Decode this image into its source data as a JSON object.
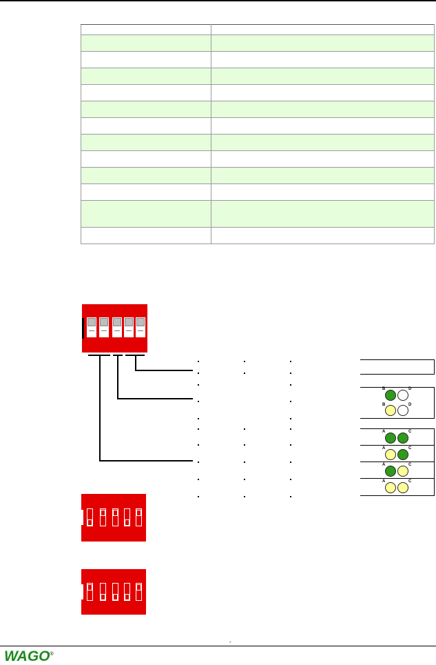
{
  "table": {
    "rows": [
      {
        "c1": "",
        "c2": "",
        "kind": "hdr"
      },
      {
        "c1": "",
        "c2": "",
        "kind": "g"
      },
      {
        "c1": "",
        "c2": "",
        "kind": "w"
      },
      {
        "c1": "",
        "c2": "",
        "kind": "g"
      },
      {
        "c1": "",
        "c2": "",
        "kind": "w"
      },
      {
        "c1": "",
        "c2": "",
        "kind": "g"
      },
      {
        "c1": "",
        "c2": "",
        "kind": "w"
      },
      {
        "c1": "",
        "c2": "",
        "kind": "g"
      },
      {
        "c1": "",
        "c2": "",
        "kind": "w"
      },
      {
        "c1": "",
        "c2": "",
        "kind": "g"
      },
      {
        "c1": "",
        "c2": "",
        "kind": "w"
      },
      {
        "c1": "",
        "c2": "",
        "kind": "gtall"
      },
      {
        "c1": "",
        "c2": "",
        "kind": "w"
      }
    ]
  },
  "dip_main": {
    "switch_count": 5,
    "led_rows": [
      {
        "left": "",
        "right": "",
        "left_color": "none",
        "right_color": "none"
      },
      {
        "left": "B",
        "right": "D",
        "left_color": "green",
        "right_color": "off"
      },
      {
        "left": "B",
        "right": "D",
        "left_color": "yellow",
        "right_color": "off"
      },
      {
        "left": "A",
        "right": "C",
        "left_color": "green",
        "right_color": "green"
      },
      {
        "left": "A",
        "right": "C",
        "left_color": "yellow",
        "right_color": "green"
      },
      {
        "left": "A",
        "right": "C",
        "left_color": "green",
        "right_color": "yellow"
      },
      {
        "left": "A",
        "right": "C",
        "left_color": "yellow",
        "right_color": "yellow"
      }
    ]
  },
  "colors": {
    "dip_red": "#e20000",
    "table_green": "#e6fedc",
    "led_green": "#2f9a1c",
    "led_yellow": "#ffff99",
    "logo_green": "#1b8a1b"
  },
  "footer": {
    "logo_text": "WAGO",
    "logo_mark": "®",
    "page_mark": "-"
  }
}
